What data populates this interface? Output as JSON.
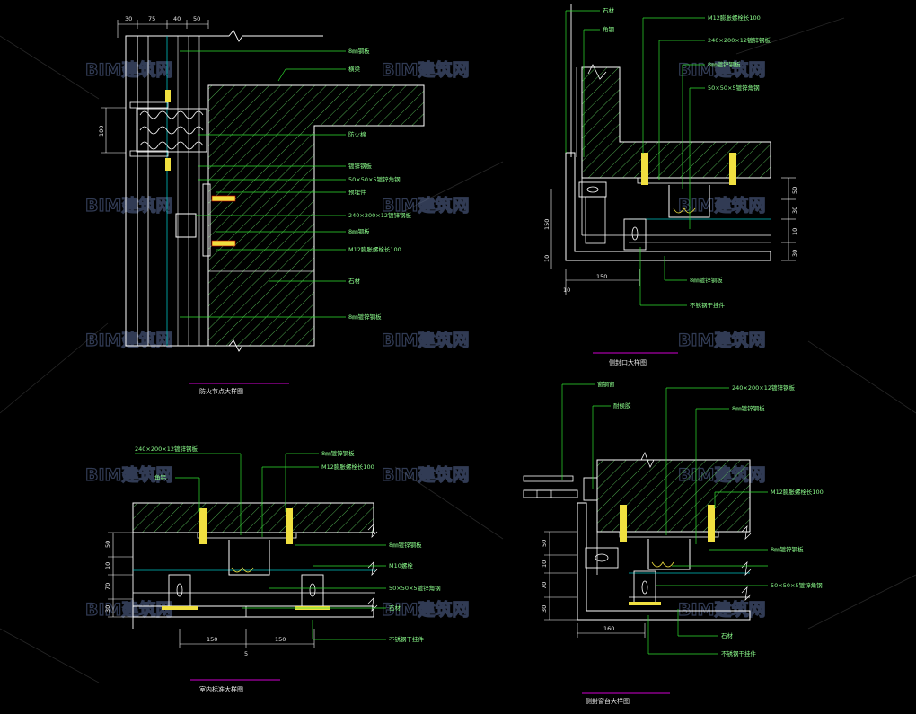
{
  "watermark": "BIM建筑网",
  "colors": {
    "background": "#000000",
    "linework": "#ffffff",
    "label": "#8dff8d",
    "leader": "#2fe02f",
    "title_underline": "#d000d0",
    "hatch": "#5fcf5f",
    "bolt": "#f0e040",
    "watermark": "#5a6c9a"
  },
  "details": {
    "tl": {
      "title": "防火节点大样图",
      "dims_top": [
        "30",
        "75",
        "40",
        "50"
      ],
      "dim_side": "100",
      "labels": [
        "8㎜钢板",
        "横梁",
        "防火棉",
        "镀锌钢板",
        "50×50×5镀锌角钢",
        "预埋件",
        "240×200×12镀锌钢板",
        "8㎜钢板",
        "M12膨胀螺栓长100",
        "石材",
        "8㎜镀锌钢板"
      ]
    },
    "tr": {
      "title": "侧封口大样图",
      "labels_left": [
        "石材",
        "角钢"
      ],
      "labels": [
        "M12膨胀螺栓长100",
        "240×200×12镀锌钢板",
        "8㎜镀锌钢板",
        "50×50×5镀锌角钢"
      ],
      "labels_bottom": [
        "8㎜镀锌钢板",
        "不锈钢干挂件"
      ],
      "dims_right": [
        "50",
        "30",
        "10",
        "30"
      ],
      "dims_left": [
        "150",
        "10"
      ],
      "dims_bottom": [
        "150",
        "10"
      ]
    },
    "bl": {
      "title": "室内标准大样图",
      "labels_top": [
        "240×200×12镀锌钢板",
        "角铝",
        "8㎜镀锌钢板",
        "M12膨胀螺栓长100"
      ],
      "labels_right": [
        "8㎜镀锌钢板",
        "M10螺栓",
        "50×50×5镀锌角钢",
        "石材",
        "不锈钢干挂件"
      ],
      "dims_left": [
        "50",
        "10",
        "70",
        "30"
      ],
      "dims_bottom": [
        "150",
        "150",
        "5"
      ]
    },
    "br": {
      "title": "侧封窗台大样图",
      "labels_top": [
        "窗钢窗",
        "耐候胶",
        "240×200×12镀锌钢板",
        "8㎜镀锌钢板"
      ],
      "labels_right": [
        "M12膨胀螺栓长100",
        "8㎜镀锌钢板",
        "50×50×5镀锌角钢",
        "石材",
        "不锈钢干挂件"
      ],
      "dims_left": [
        "50",
        "10",
        "70",
        "30"
      ],
      "dims_bottom": [
        "160"
      ]
    }
  }
}
